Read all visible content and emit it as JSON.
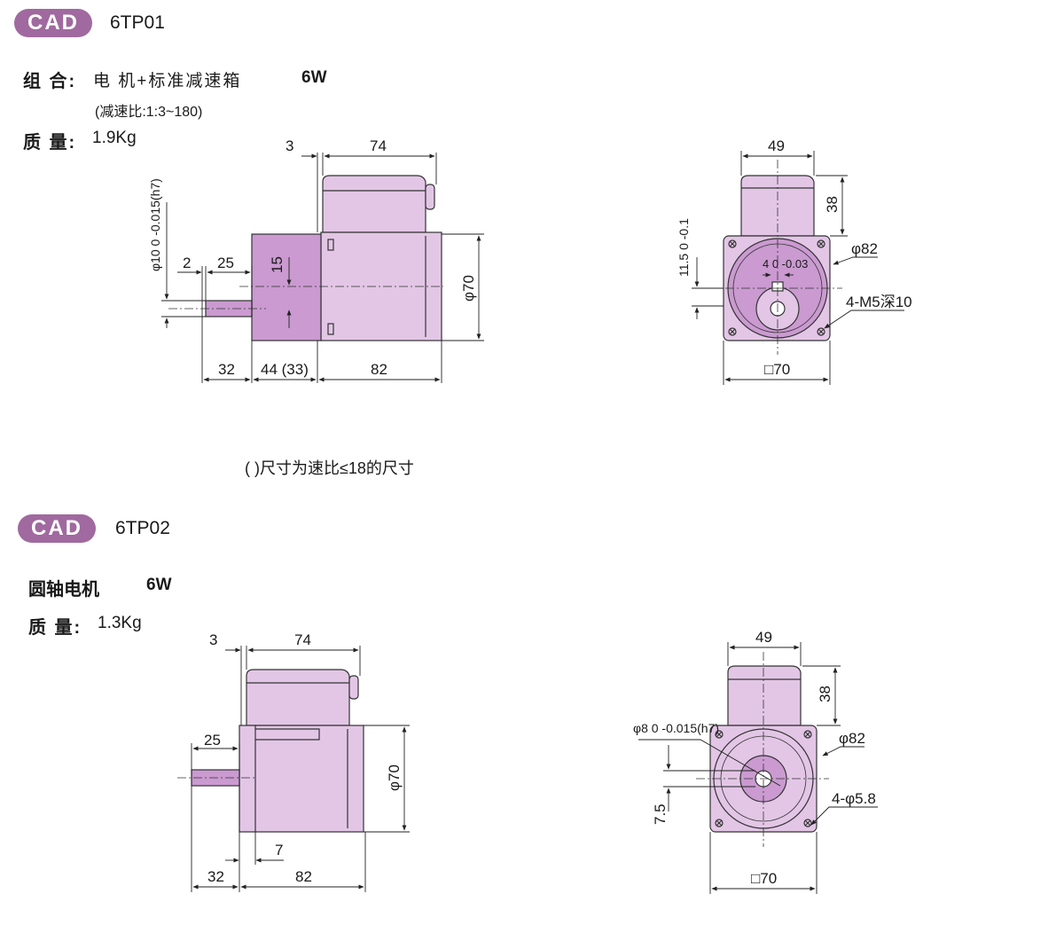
{
  "section1": {
    "badge": "CAD",
    "model": "6TP01",
    "combo_label": "组 合:",
    "combo_value": "电 机+标准减速箱",
    "power": "6W",
    "ratio_note": "(减速比:1:3~180)",
    "mass_label": "质 量:",
    "mass_value": "1.9Kg",
    "footnote": "( )尺寸为速比≤18的尺寸",
    "dims": {
      "d3": "3",
      "d74": "74",
      "d2": "2",
      "d25": "25",
      "d15": "15",
      "shaft": "φ10 0 -0.015(h7)",
      "d70": "φ70",
      "d32": "32",
      "d44": "44 (33)",
      "d82": "82",
      "f49": "49",
      "f38": "38",
      "f82": "φ82",
      "key": "4 0 -0.03",
      "f115": "11.5 0 -0.1",
      "holes": "4-M5深10",
      "sq70": "□70"
    }
  },
  "section2": {
    "badge": "CAD",
    "model": "6TP02",
    "title": "圆轴电机",
    "power": "6W",
    "mass_label": "质 量:",
    "mass_value": "1.3Kg",
    "dims": {
      "d3": "3",
      "d74": "74",
      "d25": "25",
      "d70": "φ70",
      "d7": "7",
      "d32": "32",
      "d82": "82",
      "f49": "49",
      "f38": "38",
      "shaft": "φ8 0 -0.015(h7)",
      "f82": "φ82",
      "f75": "7.5",
      "holes": "4-φ5.8",
      "sq70": "□70"
    }
  },
  "colors": {
    "accent": "#a0699f",
    "body": "#e3c6e6",
    "gear": "#ca9ad0"
  }
}
